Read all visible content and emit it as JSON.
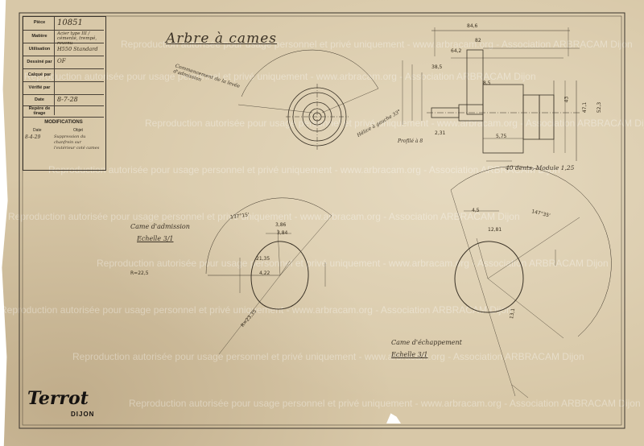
{
  "title_block": {
    "rows": [
      {
        "label": "Pièce",
        "value": "10851"
      },
      {
        "label": "Matière",
        "value": "Acier type III / cémenté, trempé, revenu"
      },
      {
        "label": "Utilisation",
        "value": "H550 Standard"
      },
      {
        "label": "Dessiné par",
        "value": "OF"
      },
      {
        "label": "Calqué par",
        "value": ""
      },
      {
        "label": "Vérifié par",
        "value": ""
      },
      {
        "label": "Date",
        "value": "8-7-28"
      },
      {
        "label": "Repère de tirage",
        "value": ""
      }
    ],
    "modifications_heading": "MODIFICATIONS",
    "modifications_columns": [
      "Date",
      "Objet"
    ],
    "modifications": [
      {
        "date": "8-4-29",
        "object": "Suppression du chanfrein sur l'extérieur coté cames"
      }
    ]
  },
  "drawing": {
    "title": "Arbre à cames",
    "notes": {
      "cam_inlet": "Came d'admission",
      "cam_inlet_scale": "Echelle 3/1",
      "cam_exhaust": "Came d'échappement",
      "cam_exhaust_scale": "Echelle 3/1",
      "gear": "40 dents, Module 1,25",
      "start_admission": "Commencement de la levée d'admission",
      "profile": "Profilé à 8",
      "helix": "Hélice à gauche 33°"
    },
    "dimensions": {
      "overall_length": "84,6",
      "dim_1": "82",
      "dim_2": "64,2",
      "dim_3": "38,5",
      "dim_4": "47,1",
      "dim_5": "52,3",
      "dim_6": "43",
      "angle_inlet": "137°15'",
      "angle_exhaust": "147°35'",
      "radius_inlet": "R=22,5",
      "radius_exhaust": "R=23,35",
      "dim_7": "3,86",
      "dim_8": "3,84",
      "dim_9": "4,5",
      "dim_10": "12,81",
      "dim_11": "4,22",
      "dim_12": "21,35",
      "dim_13": "13,1",
      "dim_14": "8,5",
      "dim_15": "5,75",
      "dim_16": "2,31"
    }
  },
  "watermark": {
    "text": "Reproduction autorisée pour usage personnel et privé uniquement - www.arbracam.org - Association ARBRACAM Dijon"
  },
  "logo": {
    "brand": "Terrot",
    "city": "DIJON"
  },
  "colors": {
    "paper": "#d8c8a8",
    "ink": "#3a3020",
    "logo_ink": "#151210"
  }
}
